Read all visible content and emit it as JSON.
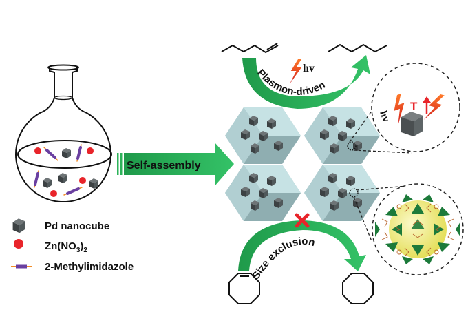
{
  "legend": {
    "items": [
      {
        "label": "Pd nanocube",
        "icon": "cube-icon",
        "color": "#555a5c"
      },
      {
        "label": "Zn(NO",
        "sub1": "3",
        "close": ")",
        "sub2": "2",
        "icon": "red-dot-icon",
        "color": "#e8242a"
      },
      {
        "label": "2-Methylimidazole",
        "icon": "linker-icon",
        "color": "#6a3fa0"
      }
    ]
  },
  "arrow": {
    "label": "Self-assembly",
    "color": "#2db35a"
  },
  "top_reaction": {
    "label": "Plasmon-driven",
    "light": "hv"
  },
  "bottom_reaction": {
    "label": "Size exclusion"
  },
  "inset_top": {
    "light": "hv",
    "temp": "T"
  },
  "colors": {
    "green": "#2db35a",
    "red": "#e8242a",
    "mof": "#a9c9cc",
    "sphere": "#f2ef8a"
  }
}
